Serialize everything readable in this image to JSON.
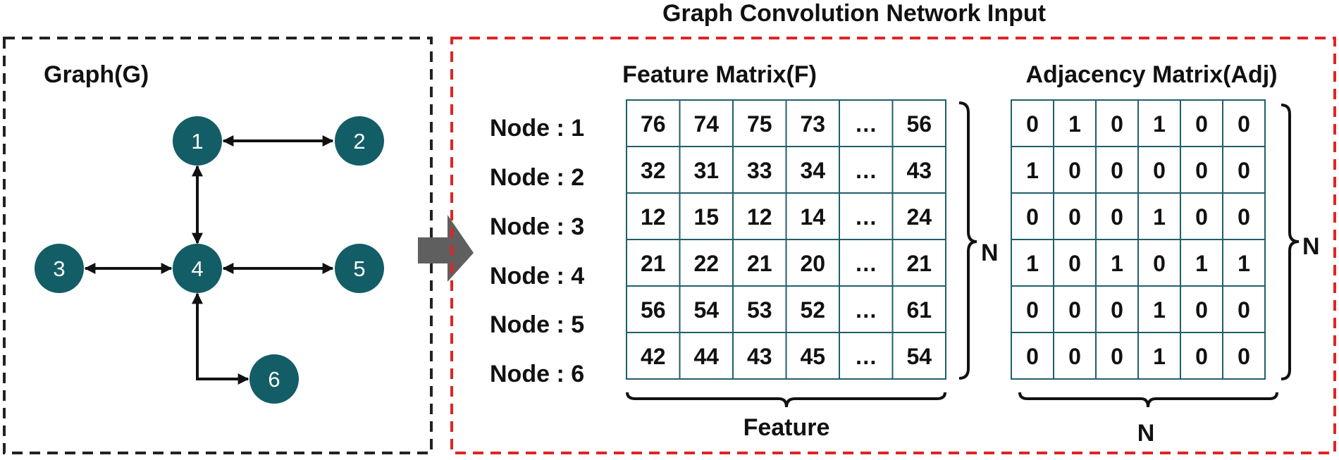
{
  "colors": {
    "node_fill": "#135d67",
    "graph_border": "#222222",
    "gcn_border": "#e02424",
    "arrow_fill": "#5f5f5f",
    "matrix_border": "#1f5f6a"
  },
  "title": "Graph Convolution Network Input",
  "graph": {
    "label": "Graph(G)",
    "nodes": [
      "1",
      "2",
      "3",
      "4",
      "5",
      "6"
    ],
    "edges": [
      [
        "1",
        "2"
      ],
      [
        "1",
        "4"
      ],
      [
        "3",
        "4"
      ],
      [
        "4",
        "5"
      ],
      [
        "4",
        "6"
      ]
    ]
  },
  "feature_matrix": {
    "title": "Feature Matrix(F)",
    "row_labels": [
      "Node : 1",
      "Node : 2",
      "Node : 3",
      "Node : 4",
      "Node : 5",
      "Node : 6"
    ],
    "rows": [
      [
        "76",
        "74",
        "75",
        "73",
        "…",
        "56"
      ],
      [
        "32",
        "31",
        "33",
        "34",
        "…",
        "43"
      ],
      [
        "12",
        "15",
        "12",
        "14",
        "…",
        "24"
      ],
      [
        "21",
        "22",
        "21",
        "20",
        "…",
        "21"
      ],
      [
        "56",
        "54",
        "53",
        "52",
        "…",
        "61"
      ],
      [
        "42",
        "44",
        "43",
        "45",
        "…",
        "54"
      ]
    ],
    "bottom_label": "Feature",
    "side_label": "N"
  },
  "adjacency_matrix": {
    "title": "Adjacency Matrix(Adj)",
    "rows": [
      [
        "0",
        "1",
        "0",
        "1",
        "0",
        "0"
      ],
      [
        "1",
        "0",
        "0",
        "0",
        "0",
        "0"
      ],
      [
        "0",
        "0",
        "0",
        "1",
        "0",
        "0"
      ],
      [
        "1",
        "0",
        "1",
        "0",
        "1",
        "1"
      ],
      [
        "0",
        "0",
        "0",
        "1",
        "0",
        "0"
      ],
      [
        "0",
        "0",
        "0",
        "1",
        "0",
        "0"
      ]
    ],
    "bottom_label": "N",
    "side_label": "N"
  }
}
